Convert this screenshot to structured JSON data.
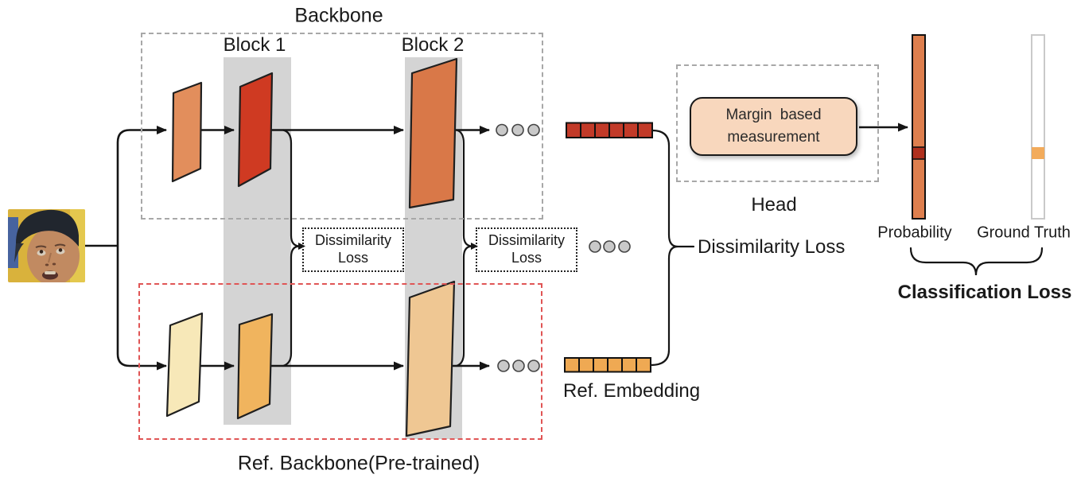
{
  "backbone": {
    "title": "Backbone",
    "block1": "Block 1",
    "block2": "Block 2"
  },
  "ref_backbone": {
    "title": "Ref. Backbone(Pre-trained)"
  },
  "losses": {
    "dissimilarity_box": {
      "line1": "Dissimilarity",
      "line2": "Loss"
    },
    "dissimilarity_main": "Dissimilarity Loss",
    "classification": "Classification Loss"
  },
  "embeddings": {
    "ref_label": "Ref. Embedding",
    "segment_count": 6
  },
  "head": {
    "title": "Head",
    "module_line1": "Margin based",
    "module_line2": "measurement"
  },
  "outputs": {
    "probability": "Probability",
    "ground_truth": "Ground Truth"
  },
  "colors": {
    "feature_map_t1": "#E28E5C",
    "feature_map_t2": "#CF3A22",
    "feature_map_t3": "#D97848",
    "feature_map_r1": "#F7E8B8",
    "feature_map_r2": "#F0B45E",
    "feature_map_r3": "#EFC793",
    "embedding_top": "#C23A28",
    "embedding_ref": "#EFA953",
    "block_band": "#D4D4D4",
    "dots": "#C9C9C9",
    "probability_bar": "#DE7F4E",
    "probability_highlight": "#B0301E",
    "ground_truth_bar": "#FFFFFF",
    "ground_truth_highlight": "#F2AB5B",
    "margin_box_fill": "#F8D7BD",
    "backbone_border": "#A8A8A8",
    "ref_border": "#E05555",
    "line": "#151515"
  }
}
